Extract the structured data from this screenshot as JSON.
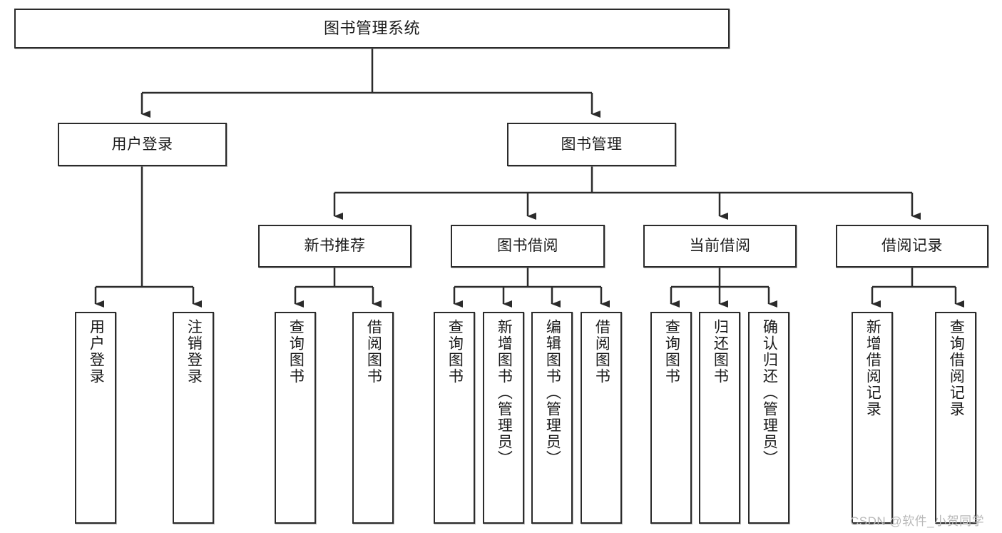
{
  "diagram": {
    "title": "图书管理系统",
    "type": "tree-hierarchy",
    "watermark": "CSDN @软件_小贺同学",
    "colors": {
      "box_border": "#2b2b2b",
      "box_fill": "#ffffff",
      "connector": "#2b2b2b",
      "text": "#1b1b1b",
      "watermark": "#b9b9b9"
    },
    "nodes": {
      "root": {
        "label": "图书管理系统"
      },
      "level2": [
        {
          "label": "用户登录"
        },
        {
          "label": "图书管理"
        }
      ],
      "level3": [
        {
          "label": "新书推荐"
        },
        {
          "label": "图书借阅"
        },
        {
          "label": "当前借阅"
        },
        {
          "label": "借阅记录"
        }
      ],
      "leaves": [
        {
          "label": "用户登录",
          "parent": "用户登录"
        },
        {
          "label": "注销登录",
          "parent": "用户登录"
        },
        {
          "label": "查询图书",
          "parent": "新书推荐"
        },
        {
          "label": "借阅图书",
          "parent": "新书推荐"
        },
        {
          "label": "查询图书",
          "parent": "图书借阅"
        },
        {
          "label": "新增图书（管理员）",
          "parent": "图书借阅"
        },
        {
          "label": "编辑图书（管理员）",
          "parent": "图书借阅"
        },
        {
          "label": "借阅图书",
          "parent": "图书借阅"
        },
        {
          "label": "查询图书",
          "parent": "当前借阅"
        },
        {
          "label": "归还图书",
          "parent": "当前借阅"
        },
        {
          "label": "确认归还（管理员）",
          "parent": "当前借阅"
        },
        {
          "label": "新增借阅记录",
          "parent": "借阅记录"
        },
        {
          "label": "查询借阅记录",
          "parent": "借阅记录"
        }
      ]
    }
  }
}
